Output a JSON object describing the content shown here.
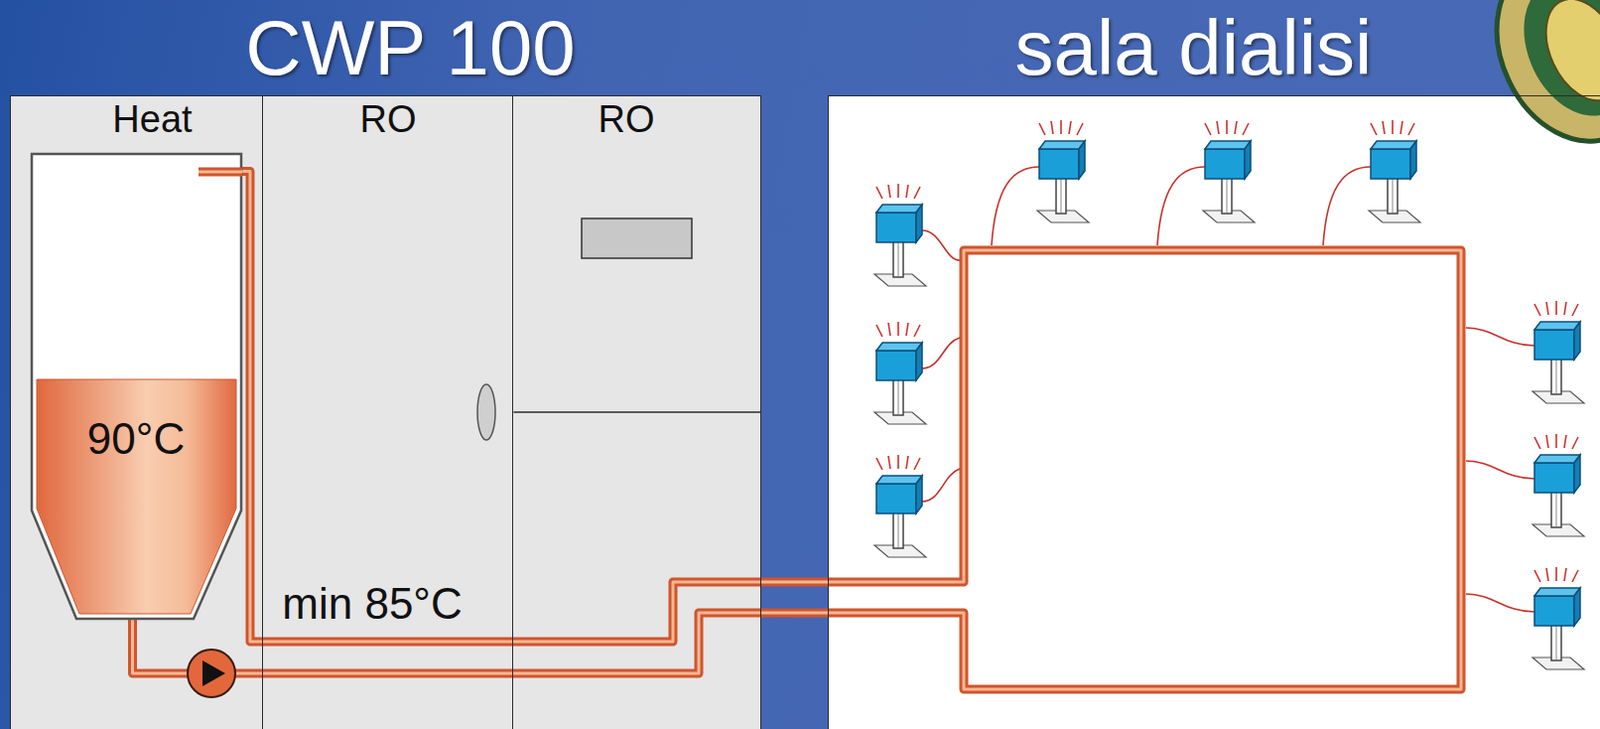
{
  "diagram": {
    "nodes": [
      {
        "text": [
          "CWP 100"
        ]
      },
      {
        "text": [
          "Heat"
        ],
        "in": 0
      },
      {
        "text": [
          "RO"
        ],
        "in": 0
      },
      {
        "text": [
          "RO"
        ],
        "in": 0
      },
      {
        "text": [
          "90°C"
        ],
        "in": 1
      },
      {
        "text": [
          "sala dialisi"
        ]
      }
    ],
    "edges": [
      {
        "from": 4,
        "to": 5,
        "arrow": "none"
      },
      {
        "from": 5,
        "to": 4,
        "arrow": "none"
      }
    ],
    "labels": [
      "min 85°C"
    ]
  }
}
